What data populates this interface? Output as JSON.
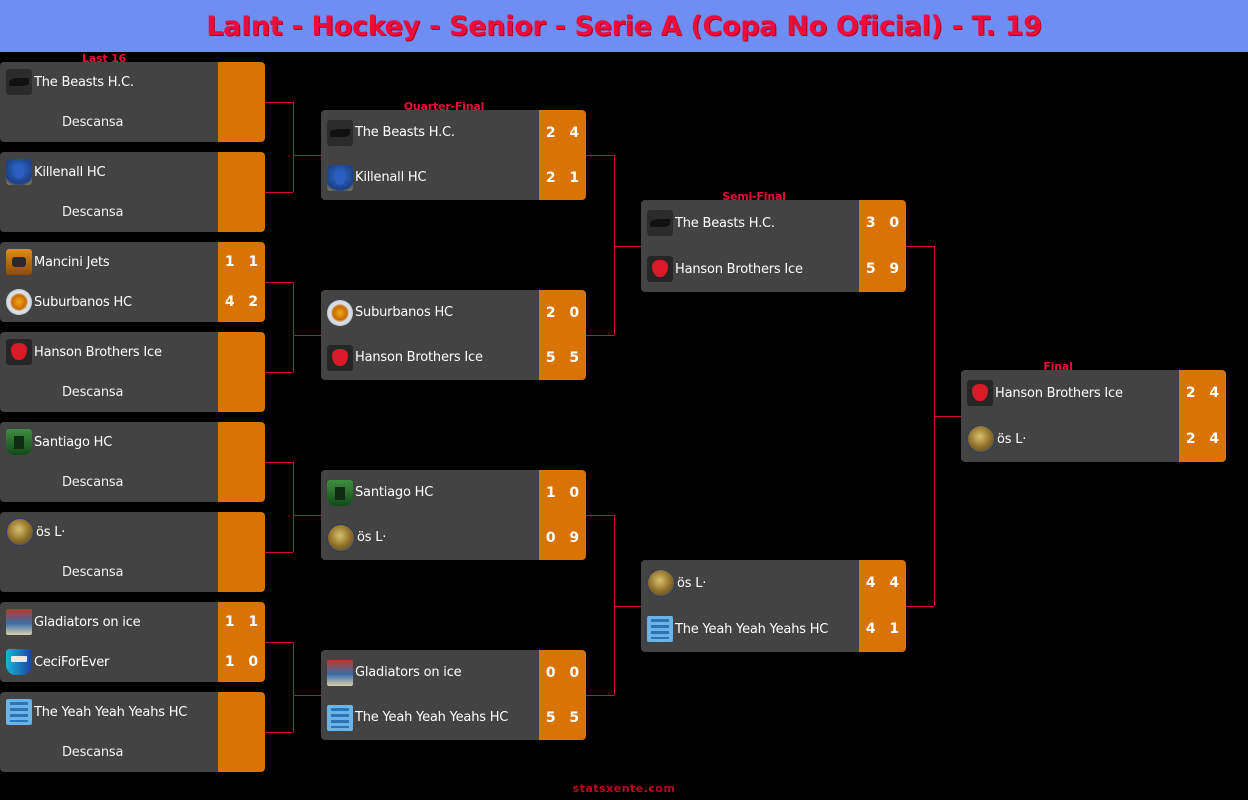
{
  "header": {
    "title": "LaInt - Hockey - Senior - Serie A (Copa No Oficial) - T. 19",
    "background_color": "#6f8ef4",
    "title_color": "#ec0b3b"
  },
  "footer": {
    "brand": "statsxente.com"
  },
  "theme": {
    "page_background": "#000000",
    "match_background": "#434343",
    "score_background": "#da7306",
    "connector_color": "#d4063c",
    "text_color": "#ffffff"
  },
  "bye_label": "Descansa",
  "stages": [
    {
      "id": "last16",
      "label": "Last 16"
    },
    {
      "id": "quarterfinal",
      "label": "Quarter-Final"
    },
    {
      "id": "semifinal",
      "label": "Semi-Final"
    },
    {
      "id": "final",
      "label": "Final"
    }
  ],
  "last16": [
    {
      "teams": [
        {
          "name": "The Beasts H.C.",
          "logo": "beasts-logo",
          "scores": [
            "",
            ""
          ]
        },
        {
          "name": "Descansa",
          "logo": "",
          "scores": [
            "",
            ""
          ]
        }
      ]
    },
    {
      "teams": [
        {
          "name": "Killenall HC",
          "logo": "killenall-logo",
          "scores": [
            "",
            ""
          ]
        },
        {
          "name": "Descansa",
          "logo": "",
          "scores": [
            "",
            ""
          ]
        }
      ]
    },
    {
      "teams": [
        {
          "name": "Mancini Jets",
          "logo": "mancini-jets-logo",
          "scores": [
            "1",
            "1"
          ]
        },
        {
          "name": "Suburbanos HC",
          "logo": "suburbanos-logo",
          "scores": [
            "4",
            "2"
          ]
        }
      ]
    },
    {
      "teams": [
        {
          "name": "Hanson Brothers Ice",
          "logo": "hanson-brothers-logo",
          "scores": [
            "",
            ""
          ]
        },
        {
          "name": "Descansa",
          "logo": "",
          "scores": [
            "",
            ""
          ]
        }
      ]
    },
    {
      "teams": [
        {
          "name": "Santiago HC",
          "logo": "santiago-logo",
          "scores": [
            "",
            ""
          ]
        },
        {
          "name": "Descansa",
          "logo": "",
          "scores": [
            "",
            ""
          ]
        }
      ]
    },
    {
      "teams": [
        {
          "name": "ös          L·",
          "logo": "os-logo",
          "scores": [
            "",
            ""
          ]
        },
        {
          "name": "Descansa",
          "logo": "",
          "scores": [
            "",
            ""
          ]
        }
      ]
    },
    {
      "teams": [
        {
          "name": "Gladiators on ice",
          "logo": "gladiators-logo",
          "scores": [
            "1",
            "1"
          ]
        },
        {
          "name": "CeciForEver",
          "logo": "ceci-logo",
          "scores": [
            "1",
            "0"
          ]
        }
      ]
    },
    {
      "teams": [
        {
          "name": "The Yeah Yeah Yeahs HC",
          "logo": "yeah-logo",
          "scores": [
            "",
            ""
          ]
        },
        {
          "name": "Descansa",
          "logo": "",
          "scores": [
            "",
            ""
          ]
        }
      ]
    }
  ],
  "quarterfinal": [
    {
      "teams": [
        {
          "name": "The Beasts H.C.",
          "logo": "beasts-logo",
          "scores": [
            "2",
            "4"
          ]
        },
        {
          "name": "Killenall HC",
          "logo": "killenall-logo",
          "scores": [
            "2",
            "1"
          ]
        }
      ]
    },
    {
      "teams": [
        {
          "name": "Suburbanos HC",
          "logo": "suburbanos-logo",
          "scores": [
            "2",
            "0"
          ]
        },
        {
          "name": "Hanson Brothers Ice",
          "logo": "hanson-brothers-logo",
          "scores": [
            "5",
            "5"
          ]
        }
      ]
    },
    {
      "teams": [
        {
          "name": "Santiago HC",
          "logo": "santiago-logo",
          "scores": [
            "1",
            "0"
          ]
        },
        {
          "name": "ös          L·",
          "logo": "os-logo",
          "scores": [
            "0",
            "9"
          ]
        }
      ]
    },
    {
      "teams": [
        {
          "name": "Gladiators on ice",
          "logo": "gladiators-logo",
          "scores": [
            "0",
            "0"
          ]
        },
        {
          "name": "The Yeah Yeah Yeahs HC",
          "logo": "yeah-logo",
          "scores": [
            "5",
            "5"
          ]
        }
      ]
    }
  ],
  "semifinal": [
    {
      "teams": [
        {
          "name": "The Beasts H.C.",
          "logo": "beasts-logo",
          "scores": [
            "3",
            "0"
          ]
        },
        {
          "name": "Hanson Brothers Ice",
          "logo": "hanson-brothers-logo",
          "scores": [
            "5",
            "9"
          ]
        }
      ]
    },
    {
      "teams": [
        {
          "name": "ös          L·",
          "logo": "os-logo",
          "scores": [
            "4",
            "4"
          ]
        },
        {
          "name": "The Yeah Yeah Yeahs HC",
          "logo": "yeah-logo",
          "scores": [
            "4",
            "1"
          ]
        }
      ]
    }
  ],
  "final": [
    {
      "teams": [
        {
          "name": "Hanson Brothers Ice",
          "logo": "hanson-brothers-logo",
          "scores": [
            "2",
            "4"
          ]
        },
        {
          "name": "ös          L·",
          "logo": "os-logo",
          "scores": [
            "2",
            "4"
          ]
        }
      ]
    }
  ]
}
